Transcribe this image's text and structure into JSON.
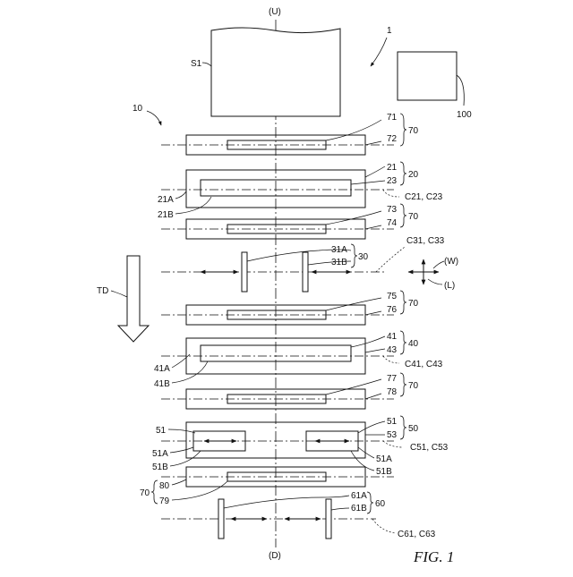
{
  "figure_caption": "FIG. 1",
  "direction_labels": {
    "up": "(U)",
    "down": "(D)",
    "width": "(W)",
    "length": "(L)",
    "transport": "TD"
  },
  "reference_numbers": {
    "device": "1",
    "system": "10",
    "controller": "100",
    "sheet": "S1",
    "feed_unit_group": "70",
    "unit_20": "20",
    "unit_30": "30",
    "unit_40": "40",
    "unit_50": "50",
    "unit_60": "60",
    "unit_80": "80"
  },
  "labels": {
    "l71": "71",
    "l72": "72",
    "l21": "21",
    "l23": "23",
    "l21A": "21A",
    "l21B": "21B",
    "c21": "C21, C23",
    "l73": "73",
    "l74": "74",
    "l31A": "31A",
    "l31B": "31B",
    "c31": "C31, C33",
    "l75": "75",
    "l76": "76",
    "l41": "41",
    "l43": "43",
    "l41A": "41A",
    "l41B": "41B",
    "c41": "C41, C43",
    "l77": "77",
    "l78": "78",
    "l51L": "51",
    "l51R": "51",
    "l53": "53",
    "l51AL": "51A",
    "l51BL": "51B",
    "l51AR": "51A",
    "l51BR": "51B",
    "c51": "C51, C53",
    "l79": "79",
    "l61A": "61A",
    "l61B": "61B",
    "c61": "C61, C63"
  }
}
